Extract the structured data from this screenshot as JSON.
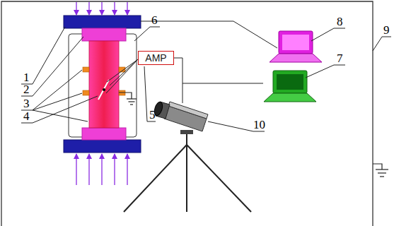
{
  "diagram": {
    "nodes": [
      {
        "text": [
          "AMP"
        ]
      }
    ],
    "labels": [
      "1",
      "2",
      "3",
      "4",
      "5",
      "6",
      "7",
      "8",
      "9",
      "10"
    ]
  }
}
